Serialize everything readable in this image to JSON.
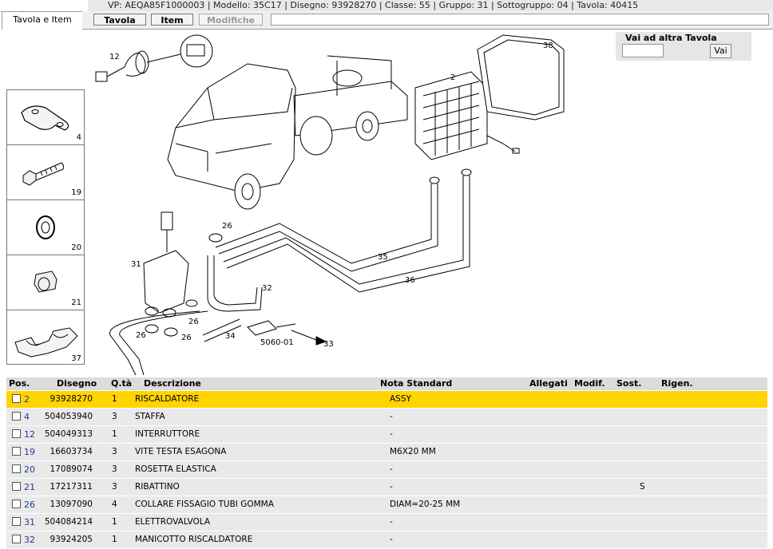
{
  "header": {
    "info": "VP: AEQA85F1000003 | Modello: 35C17 | Disegno: 93928270 | Classe: 55 | Gruppo: 31 | Sottogruppo: 04 | Tavola: 40415",
    "active_tab": "Tavola e Item",
    "buttons": {
      "tavola": "Tavola",
      "item": "Item",
      "modifiche": "Modifiche"
    }
  },
  "goto": {
    "title": "Vai ad altra Tavola",
    "input_value": "",
    "button": "Vai"
  },
  "thumbnails": [
    {
      "num": "4",
      "icon": "clip-bracket-icon"
    },
    {
      "num": "19",
      "icon": "hex-bolt-icon"
    },
    {
      "num": "20",
      "icon": "spring-washer-icon"
    },
    {
      "num": "21",
      "icon": "rivet-nut-icon"
    },
    {
      "num": "37",
      "icon": "cable-clip-icon"
    }
  ],
  "drawing": {
    "callouts": [
      "12",
      "38",
      "2",
      "26",
      "31",
      "35",
      "36",
      "32",
      "26",
      "26",
      "26",
      "33",
      "34",
      "5060-01"
    ]
  },
  "table": {
    "headers": {
      "pos": "Pos.",
      "disegno": "Disegno",
      "qta": "Q.tà",
      "descrizione": "Descrizione",
      "nota": "Nota Standard",
      "allegati": "Allegati",
      "modif": "Modif.",
      "sost": "Sost.",
      "rigen": "Rigen."
    },
    "rows": [
      {
        "pos": "2",
        "disegno": "93928270",
        "qta": "1",
        "descrizione": "RISCALDATORE",
        "nota": "ASSY",
        "sost": "",
        "selected": true
      },
      {
        "pos": "4",
        "disegno": "504053940",
        "qta": "3",
        "descrizione": "STAFFA",
        "nota": "-",
        "sost": "",
        "selected": false
      },
      {
        "pos": "12",
        "disegno": "504049313",
        "qta": "1",
        "descrizione": "INTERRUTTORE",
        "nota": "-",
        "sost": "",
        "selected": false
      },
      {
        "pos": "19",
        "disegno": "16603734",
        "qta": "3",
        "descrizione": "VITE TESTA ESAGONA",
        "nota": "M6X20 MM",
        "sost": "",
        "selected": false
      },
      {
        "pos": "20",
        "disegno": "17089074",
        "qta": "3",
        "descrizione": "ROSETTA ELASTICA",
        "nota": "-",
        "sost": "",
        "selected": false
      },
      {
        "pos": "21",
        "disegno": "17217311",
        "qta": "3",
        "descrizione": "RIBATTINO",
        "nota": "-",
        "sost": "S",
        "selected": false
      },
      {
        "pos": "26",
        "disegno": "13097090",
        "qta": "4",
        "descrizione": "COLLARE FISSAGIO TUBI GOMMA",
        "nota": "DIAM=20-25 MM",
        "sost": "",
        "selected": false
      },
      {
        "pos": "31",
        "disegno": "504084214",
        "qta": "1",
        "descrizione": "ELETTROVALVOLA",
        "nota": "-",
        "sost": "",
        "selected": false
      },
      {
        "pos": "32",
        "disegno": "93924205",
        "qta": "1",
        "descrizione": "MANICOTTO RISCALDATORE",
        "nota": "-",
        "sost": "",
        "selected": false
      }
    ]
  },
  "colors": {
    "selected_row": "#ffd400",
    "row": "#e9e9e9",
    "header": "#dcdcdc",
    "pos_link": "#1f3f8f"
  }
}
